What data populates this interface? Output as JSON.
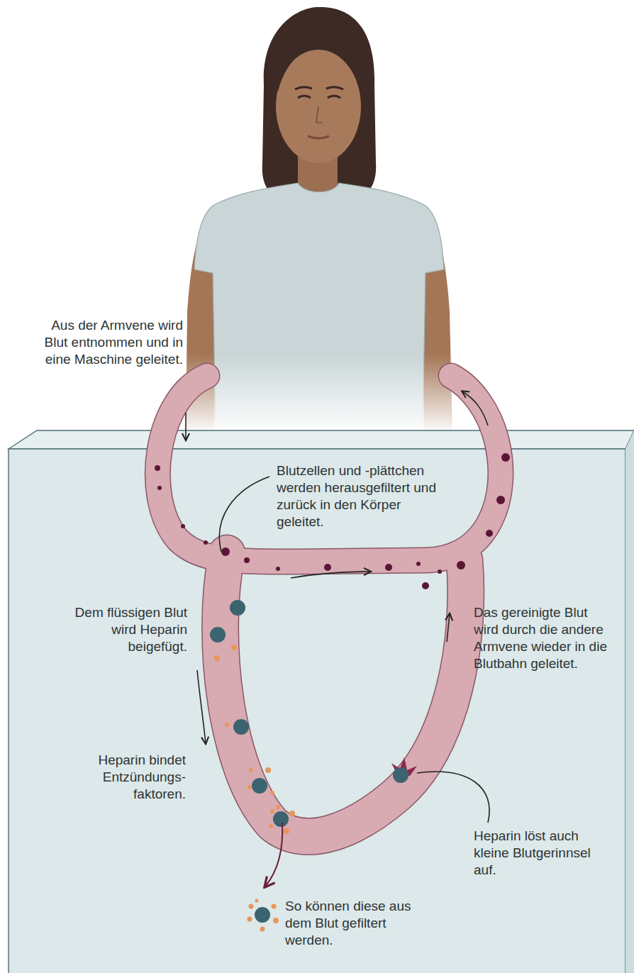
{
  "diagram": {
    "labels": [
      "Aus der Armvene wird Blut entnommen und in eine Maschine geleitet.",
      "Blutzellen und -plättchen werden herausgefiltert und zurück in den Körper geleitet.",
      "Dem flüssigen Blut wird Heparin beigefügt.",
      "Das gereinigte Blut wird durch die andere Armvene wieder in die Blutbahn geleitet.",
      "Heparin bindet Entzündungs- faktoren.",
      "Heparin löst auch kleine Blutgerinnsel auf.",
      "So können diese aus dem Blut gefiltert werden."
    ]
  }
}
